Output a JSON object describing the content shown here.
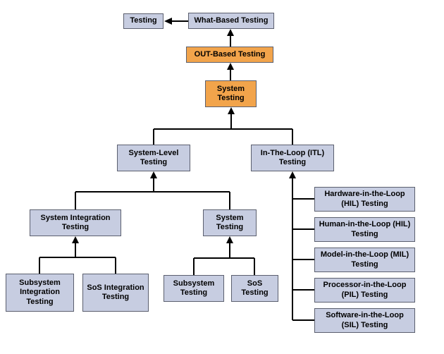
{
  "diagram_title": "Testing taxonomy diagram",
  "colors": {
    "node_fill": "#c7cde1",
    "highlight_fill": "#f2a44b",
    "border": "#5b5f6e",
    "line": "#000000"
  },
  "nodes": {
    "testing": {
      "label": "Testing"
    },
    "what_based_testing": {
      "label": "What-Based Testing"
    },
    "out_based_testing": {
      "label": "OUT-Based Testing"
    },
    "system_testing": {
      "label": "System Testing"
    },
    "system_level_testing": {
      "label": "System-Level Testing"
    },
    "itl_testing": {
      "label": "In-The-Loop (ITL) Testing"
    },
    "system_integration_testing": {
      "label": "System Integration Testing"
    },
    "system_testing_mid": {
      "label": "System Testing"
    },
    "subsystem_integration_testing": {
      "label": "Subsystem Integration Testing"
    },
    "sos_integration_testing": {
      "label": "SoS Integration Testing"
    },
    "subsystem_testing": {
      "label": "Subsystem Testing"
    },
    "sos_testing": {
      "label": "SoS Testing"
    },
    "hardware_in_the_loop": {
      "label": "Hardware-in-the-Loop (HIL) Testing"
    },
    "human_in_the_loop": {
      "label": "Human-in-the-Loop (HIL) Testing"
    },
    "model_in_the_loop": {
      "label": "Model-in-the-Loop (MIL) Testing"
    },
    "processor_in_the_loop": {
      "label": "Processor-in-the-Loop (PIL) Testing"
    },
    "software_in_the_loop": {
      "label": "Software-in-the-Loop (SIL) Testing"
    }
  },
  "edges": [
    {
      "from": "what_based_testing",
      "to": "testing"
    },
    {
      "from": "out_based_testing",
      "to": "what_based_testing"
    },
    {
      "from": "system_testing",
      "to": "out_based_testing"
    },
    {
      "from": "system_level_testing",
      "to": "system_testing"
    },
    {
      "from": "itl_testing",
      "to": "system_testing"
    },
    {
      "from": "system_integration_testing",
      "to": "system_level_testing"
    },
    {
      "from": "system_testing_mid",
      "to": "system_level_testing"
    },
    {
      "from": "subsystem_integration_testing",
      "to": "system_integration_testing"
    },
    {
      "from": "sos_integration_testing",
      "to": "system_integration_testing"
    },
    {
      "from": "subsystem_testing",
      "to": "system_testing_mid"
    },
    {
      "from": "sos_testing",
      "to": "system_testing_mid"
    },
    {
      "from": "hardware_in_the_loop",
      "to": "itl_testing"
    },
    {
      "from": "human_in_the_loop",
      "to": "itl_testing"
    },
    {
      "from": "model_in_the_loop",
      "to": "itl_testing"
    },
    {
      "from": "processor_in_the_loop",
      "to": "itl_testing"
    },
    {
      "from": "software_in_the_loop",
      "to": "itl_testing"
    }
  ]
}
